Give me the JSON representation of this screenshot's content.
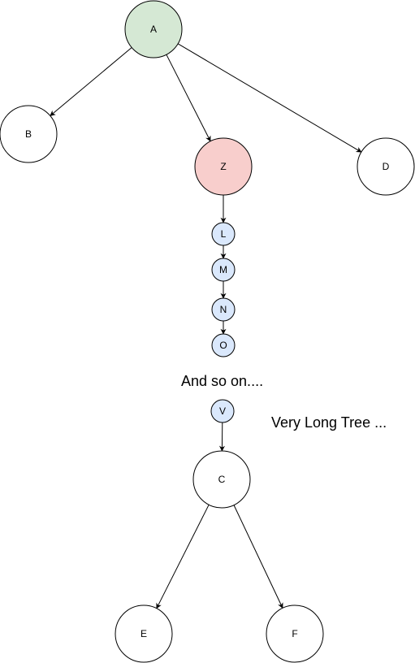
{
  "diagram": {
    "colors": {
      "stroke": "#000000",
      "default_fill": "#ffffff",
      "root_fill": "#d5e8d4",
      "highlight_fill": "#f8cecc",
      "chain_fill": "#dae8fc"
    },
    "nodes": [
      {
        "id": "A",
        "label": "A",
        "style": "root"
      },
      {
        "id": "B",
        "label": "B",
        "style": "default"
      },
      {
        "id": "Z",
        "label": "Z",
        "style": "highlight"
      },
      {
        "id": "D",
        "label": "D",
        "style": "default"
      },
      {
        "id": "L",
        "label": "L",
        "style": "chain"
      },
      {
        "id": "M",
        "label": "M",
        "style": "chain"
      },
      {
        "id": "N",
        "label": "N",
        "style": "chain"
      },
      {
        "id": "O",
        "label": "O",
        "style": "chain"
      },
      {
        "id": "V",
        "label": "V",
        "style": "chain"
      },
      {
        "id": "C",
        "label": "C",
        "style": "default"
      },
      {
        "id": "E",
        "label": "E",
        "style": "default"
      },
      {
        "id": "F",
        "label": "F",
        "style": "default"
      }
    ],
    "edges": [
      {
        "from": "A",
        "to": "B"
      },
      {
        "from": "A",
        "to": "Z"
      },
      {
        "from": "A",
        "to": "D"
      },
      {
        "from": "Z",
        "to": "L"
      },
      {
        "from": "L",
        "to": "M"
      },
      {
        "from": "M",
        "to": "N"
      },
      {
        "from": "N",
        "to": "O"
      },
      {
        "from": "V",
        "to": "C"
      },
      {
        "from": "C",
        "to": "E"
      },
      {
        "from": "C",
        "to": "F"
      }
    ],
    "notes": {
      "and_so_on": "And so on....",
      "very_long_tree": "Very Long Tree ..."
    }
  }
}
